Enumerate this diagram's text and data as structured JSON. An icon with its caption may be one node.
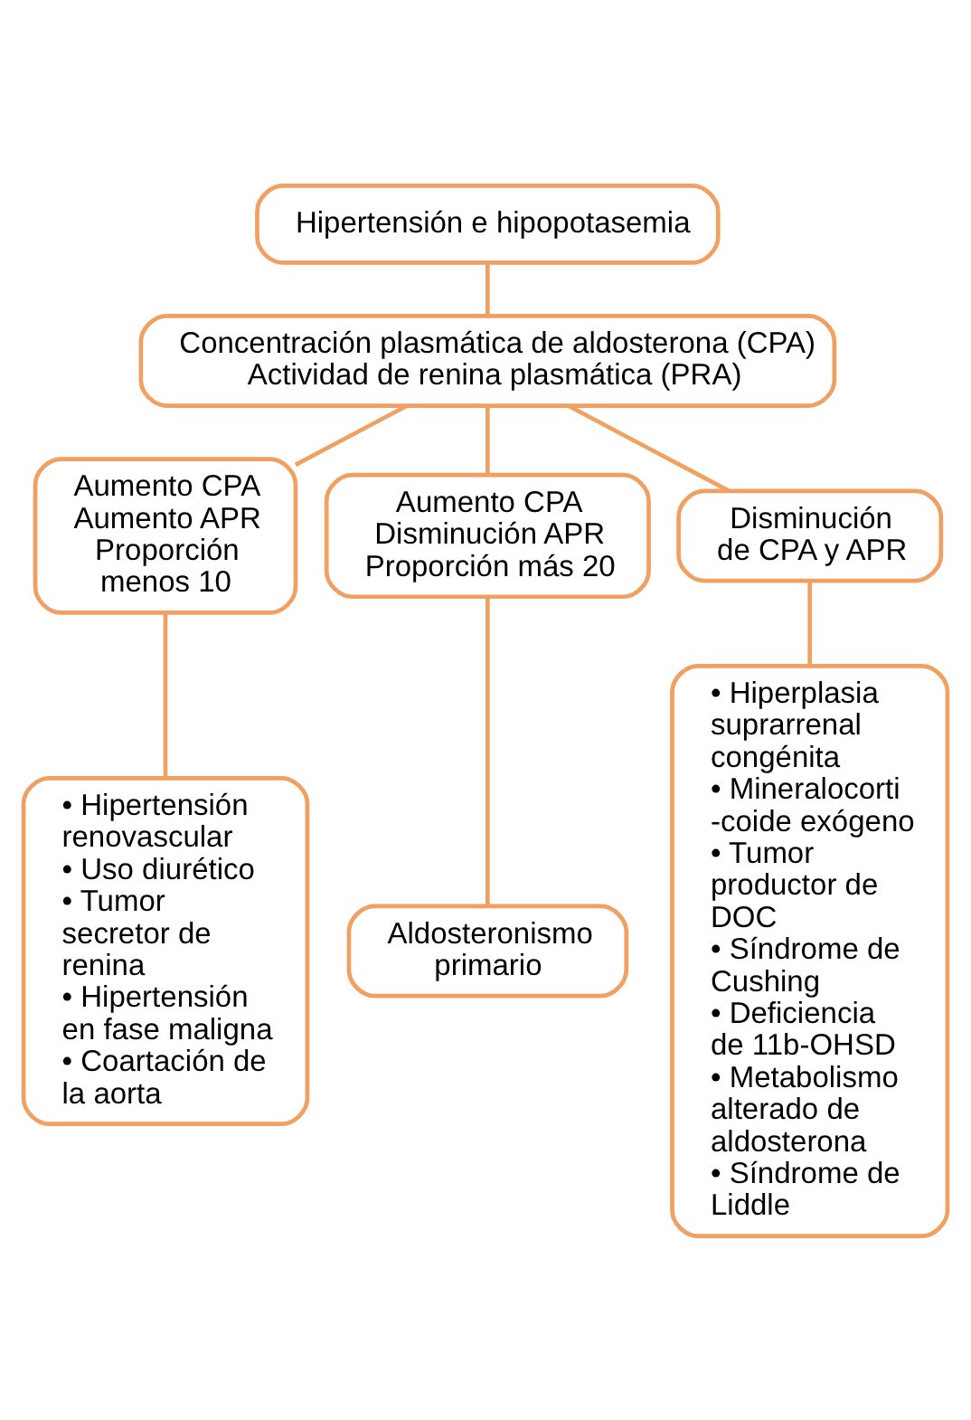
{
  "diagram": {
    "nodes": [
      {
        "text": [
          "Hipertensión e hipopotasemia"
        ]
      },
      {
        "text": [
          "Concentración plasmática de aldosterona (CPA) Actividad de renina plasmática (PRA)"
        ]
      },
      {
        "text": [
          "Aumento CPA Aumento APR Proporción menos 10"
        ]
      },
      {
        "text": [
          "Aumento CPA Disminución APR Proporción más 20"
        ]
      },
      {
        "text": [
          "Disminución de CPA y APR"
        ]
      },
      {
        "text": [
          "• Hipertensión renovascular",
          "• Uso diurético",
          "• Tumor secretor de renina",
          "• Hipertensión en fase maligna",
          "• Coartación de la aorta"
        ]
      },
      {
        "text": [
          "Aldosteronismo primario"
        ]
      },
      {
        "text": [
          "• Hiperplasia suprarrenal congénita",
          "• Mineralocorti-coide exógeno",
          "• Tumor productor de DOC",
          "• Síndrome de Cushing",
          "• Deficiencia de 11b-OHSD",
          "• Metabolismo alterado de aldosterona",
          "• Síndrome de Liddle"
        ]
      }
    ],
    "edges": [
      {
        "from": 0,
        "to": 1,
        "arrow": "none"
      },
      {
        "from": 1,
        "to": 2,
        "arrow": "none"
      },
      {
        "from": 1,
        "to": 3,
        "arrow": "none"
      },
      {
        "from": 1,
        "to": 4,
        "arrow": "none"
      },
      {
        "from": 2,
        "to": 5,
        "arrow": "none"
      },
      {
        "from": 3,
        "to": 6,
        "arrow": "none"
      },
      {
        "from": 4,
        "to": 7,
        "arrow": "none"
      }
    ]
  }
}
